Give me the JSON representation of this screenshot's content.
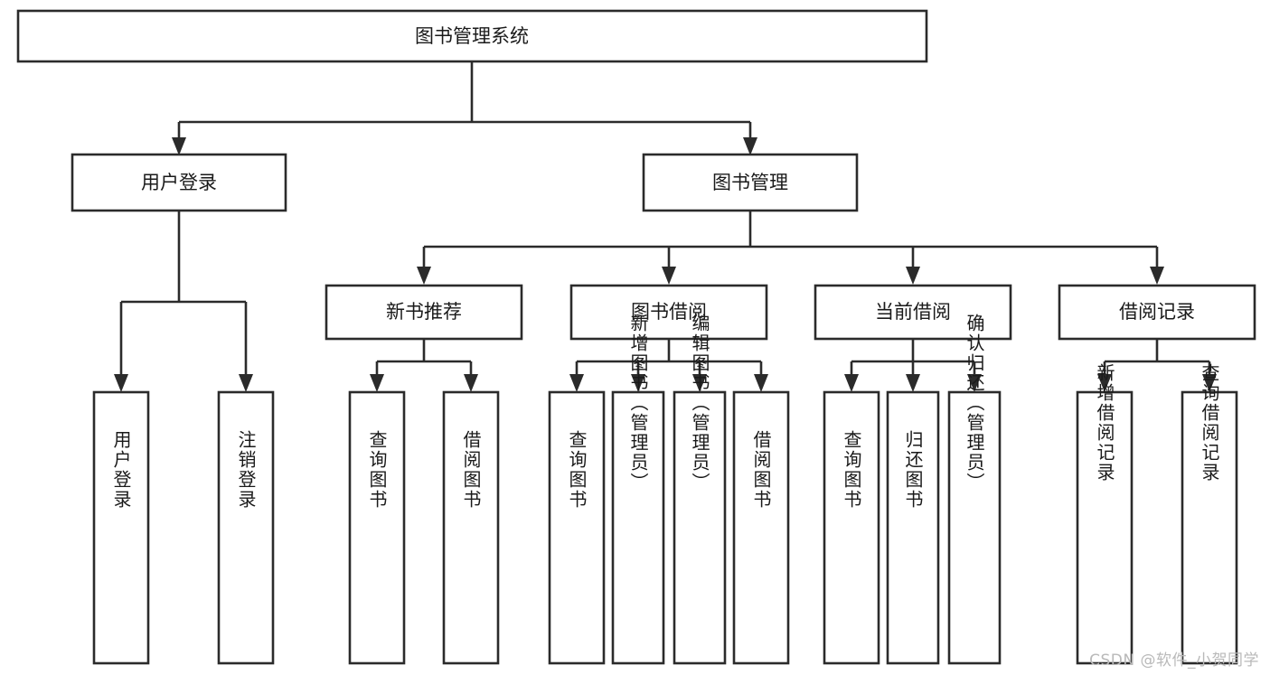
{
  "diagram": {
    "title_node": {
      "label": "图书管理系统"
    },
    "level1": [
      {
        "id": "user-login",
        "label": "用户登录"
      },
      {
        "id": "book-manage",
        "label": "图书管理"
      }
    ],
    "level2": [
      {
        "id": "new-book-recommend",
        "label": "新书推荐"
      },
      {
        "id": "book-borrow",
        "label": "图书借阅"
      },
      {
        "id": "current-borrow",
        "label": "当前借阅"
      },
      {
        "id": "borrow-record",
        "label": "借阅记录"
      }
    ],
    "leaves": [
      {
        "id": "leaf-user-login",
        "label": "用户登录",
        "parent": "user-login"
      },
      {
        "id": "leaf-logout-login",
        "label": "注销登录",
        "parent": "user-login"
      },
      {
        "id": "leaf-query-book-1",
        "label": "查询图书",
        "parent": "new-book-recommend"
      },
      {
        "id": "leaf-borrow-book-1",
        "label": "借阅图书",
        "parent": "new-book-recommend"
      },
      {
        "id": "leaf-query-book-2",
        "label": "查询图书",
        "parent": "book-borrow"
      },
      {
        "id": "leaf-add-book",
        "label": "新增图书（管理员）",
        "parent": "book-borrow"
      },
      {
        "id": "leaf-edit-book",
        "label": "编辑图书（管理员）",
        "parent": "book-borrow"
      },
      {
        "id": "leaf-borrow-book-2",
        "label": "借阅图书",
        "parent": "book-borrow"
      },
      {
        "id": "leaf-query-book-3",
        "label": "查询图书",
        "parent": "current-borrow"
      },
      {
        "id": "leaf-return-book",
        "label": "归还图书",
        "parent": "current-borrow"
      },
      {
        "id": "leaf-confirm-return",
        "label": "确认归还（管理员）",
        "parent": "current-borrow"
      },
      {
        "id": "leaf-add-record",
        "label": "新增借阅记录",
        "parent": "borrow-record"
      },
      {
        "id": "leaf-query-record",
        "label": "查询借阅记录",
        "parent": "borrow-record"
      }
    ]
  },
  "watermark": {
    "text": "CSDN @软件_小贺同学"
  },
  "colors": {
    "stroke": "#2b2b2b",
    "fill": "#ffffff",
    "text": "#1a1a1a",
    "watermark": "#b9b9b9"
  }
}
